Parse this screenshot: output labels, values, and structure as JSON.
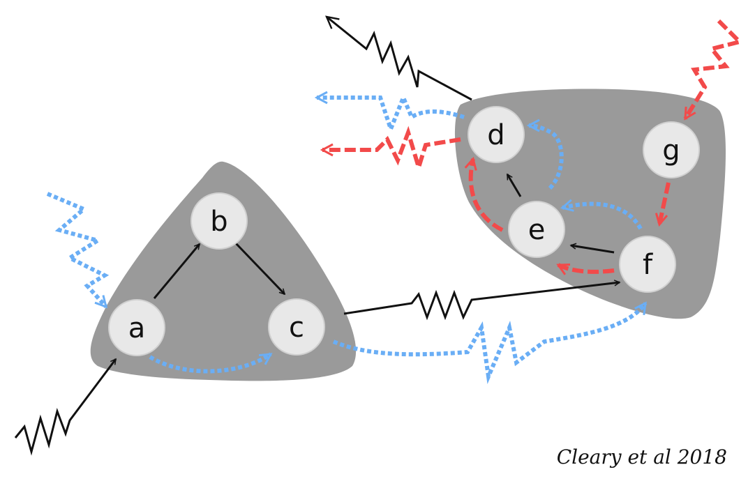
{
  "nodes": {
    "a": "a",
    "b": "b",
    "c": "c",
    "d": "d",
    "e": "e",
    "f": "f",
    "g": "g"
  },
  "credit": "Cleary et al 2018",
  "colors": {
    "background": "#ffffff",
    "blob": "#9a9a9a",
    "node_fill": "#e8e8e8",
    "node_stroke": "#d0d0d0",
    "black_edge": "#111111",
    "blue_edge": "#6aaef5",
    "red_edge": "#f24a4a"
  }
}
